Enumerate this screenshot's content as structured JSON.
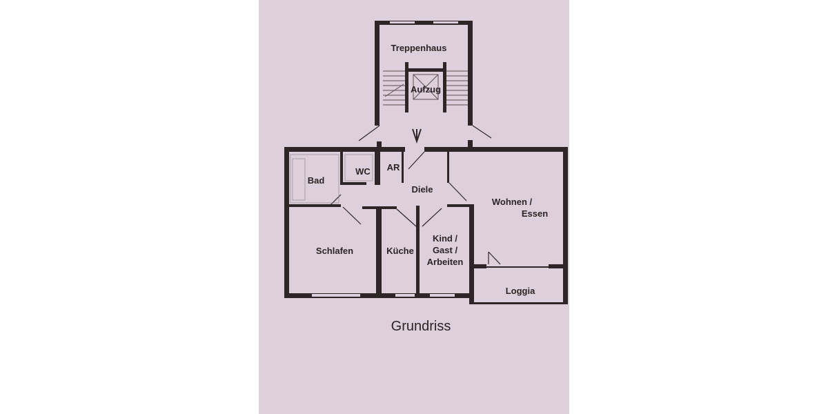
{
  "title": "Grundriss",
  "colors": {
    "paper": "#ddd0dc",
    "wall": "#2e2626",
    "text": "#2a2424"
  },
  "rooms": {
    "treppenhaus": "Treppenhaus",
    "aufzug": "Aufzug",
    "bad": "Bad",
    "wc": "WC",
    "ar": "AR",
    "diele": "Diele",
    "wohnen_1": "Wohnen /",
    "wohnen_2": "Essen",
    "schlafen": "Schlafen",
    "kueche": "Küche",
    "kind_1": "Kind /",
    "kind_2": "Gast /",
    "kind_3": "Arbeiten",
    "loggia": "Loggia"
  },
  "entrance_marker": "arrow-down"
}
